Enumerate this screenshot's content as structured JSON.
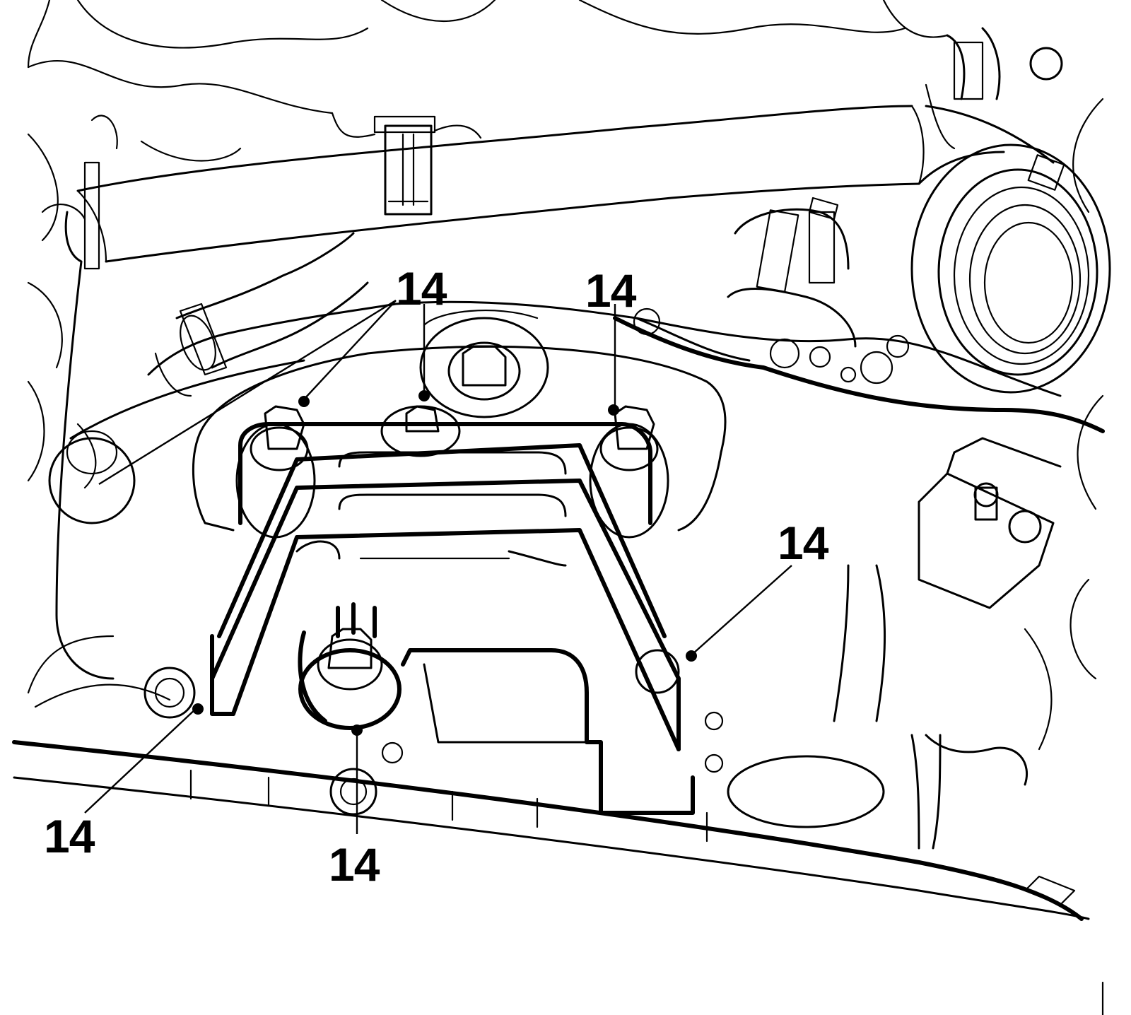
{
  "figure": {
    "callouts": [
      {
        "id": "c1",
        "label": "14"
      },
      {
        "id": "c2",
        "label": "14"
      },
      {
        "id": "c3",
        "label": "14"
      },
      {
        "id": "c4",
        "label": "14"
      },
      {
        "id": "c5",
        "label": "14"
      }
    ]
  }
}
